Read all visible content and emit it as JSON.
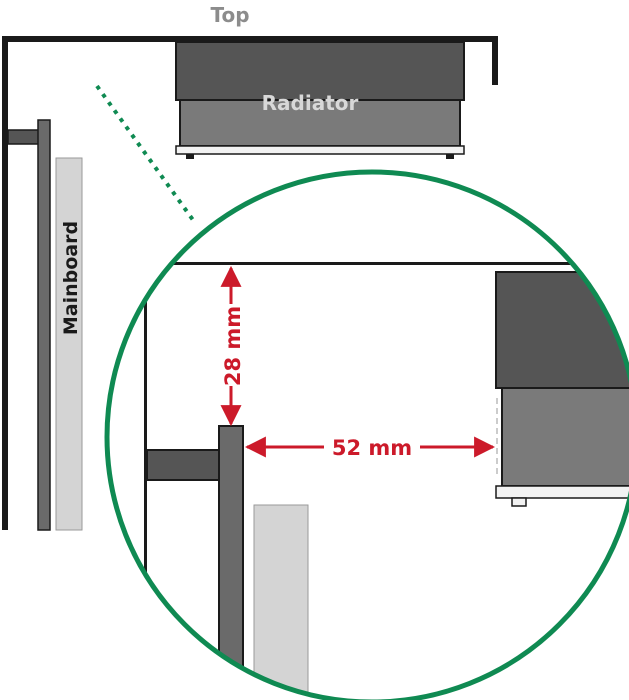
{
  "labels": {
    "top": "Top",
    "radiator": "Radiator",
    "mainboard": "Mainboard",
    "vertical_gap": "28 mm",
    "horizontal_gap": "52 mm"
  },
  "colors": {
    "outline": "#1a1a1a",
    "radiator_top": "#555555",
    "radiator_body": "#7a7a7a",
    "board": "#d4d4d4",
    "pillar": "#6a6a6a",
    "zoom_ring": "#0f8a52",
    "measure": "#cc1a2a",
    "top_label": "#8c8c8c",
    "radiator_label": "#d8d8d8"
  }
}
